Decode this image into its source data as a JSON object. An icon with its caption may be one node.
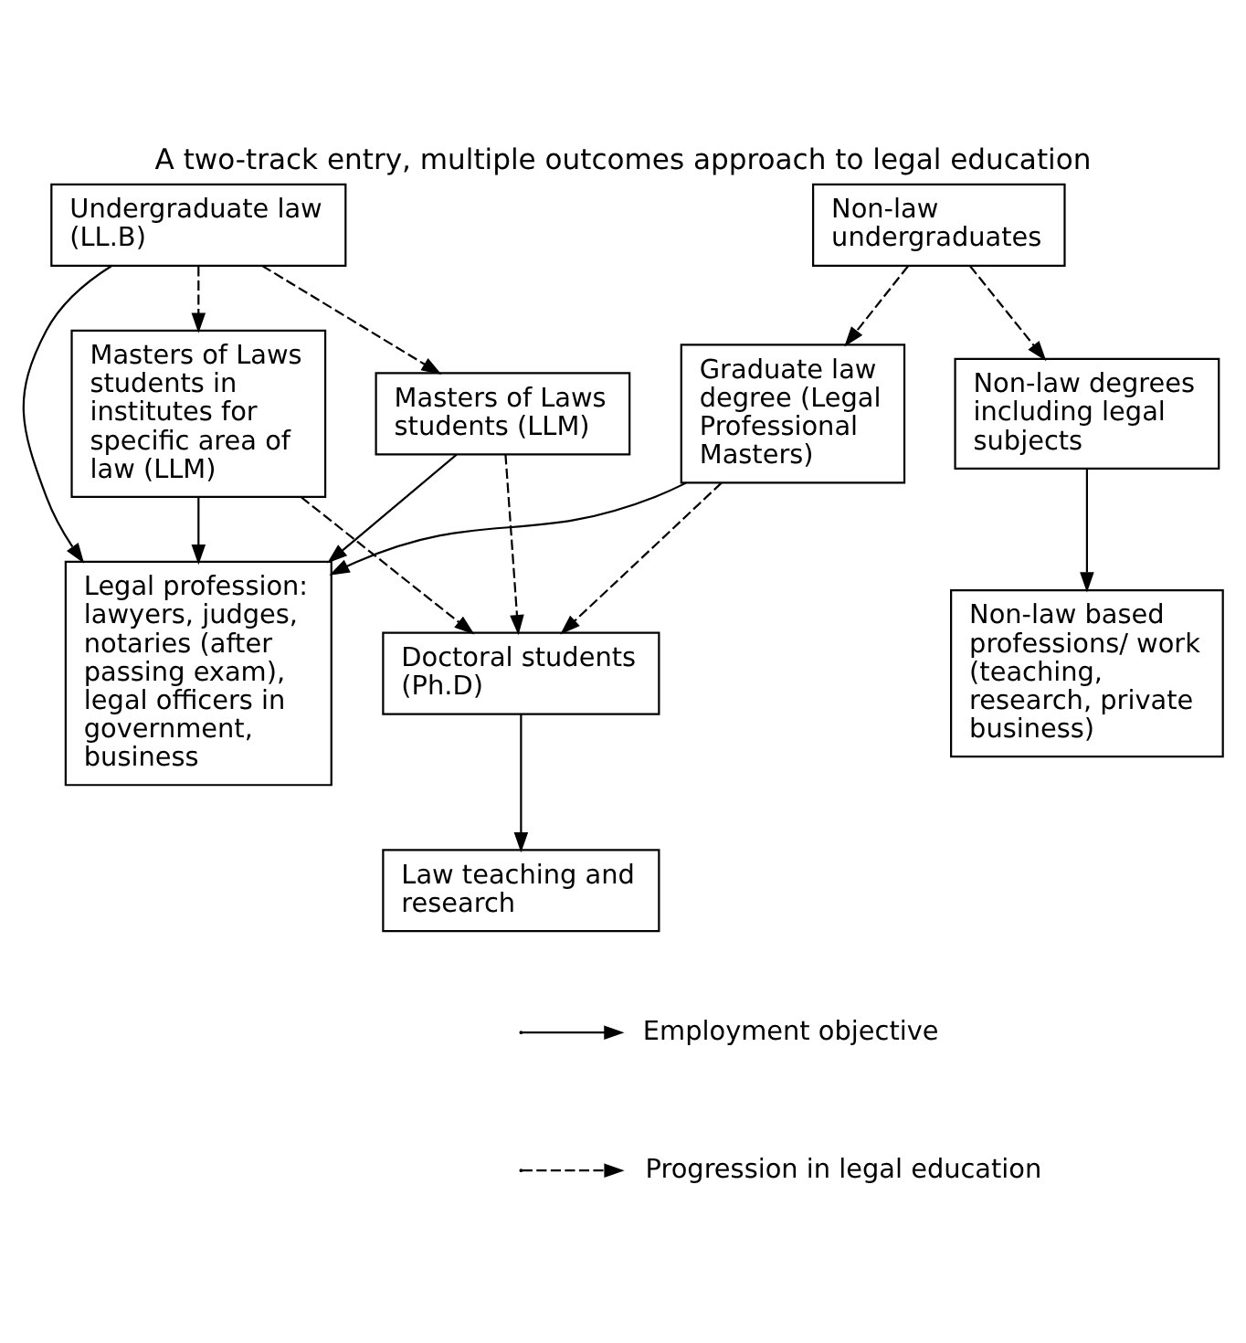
{
  "diagram": {
    "title": "A two-track entry, multiple outcomes approach to legal education",
    "nodes": [
      {
        "text": [
          "Undergraduate law (LL.B)"
        ]
      },
      {
        "text": [
          "Non-law undergraduates"
        ]
      },
      {
        "text": [
          "Masters of Laws students (LLM)"
        ]
      },
      {
        "text": [
          "Masters of Laws students in institutes for specific area of law (LLM)"
        ]
      },
      {
        "text": [
          "Graduate law degree (Legal Professional Masters)"
        ]
      },
      {
        "text": [
          "Non-law degrees including legal subjects"
        ]
      },
      {
        "text": [
          "Legal profession: lawyers, judges, notaries (after passing exam), legal officers in government, business"
        ]
      },
      {
        "text": [
          "Doctoral students (Ph.D)"
        ]
      },
      {
        "text": [
          "Non-law based professions/ work (teaching, research, private business)"
        ]
      },
      {
        "text": [
          "Law teaching and research"
        ]
      }
    ],
    "edges": [
      {
        "from": 0,
        "to": 2,
        "arrow": "to",
        "style": "dashed"
      },
      {
        "from": 0,
        "to": 3,
        "arrow": "to",
        "style": "dashed"
      },
      {
        "from": 1,
        "to": 4,
        "arrow": "to",
        "style": "dashed"
      },
      {
        "from": 1,
        "to": 5,
        "arrow": "to",
        "style": "dashed"
      },
      {
        "from": 0,
        "to": 6,
        "arrow": "to"
      },
      {
        "from": 2,
        "to": 6,
        "arrow": "to"
      },
      {
        "from": 3,
        "to": 6,
        "arrow": "to"
      },
      {
        "from": 4,
        "to": 6,
        "arrow": "to"
      },
      {
        "from": 2,
        "to": 7,
        "arrow": "to",
        "style": "dashed"
      },
      {
        "from": 3,
        "to": 7,
        "arrow": "to",
        "style": "dashed"
      },
      {
        "from": 4,
        "to": 7,
        "arrow": "to",
        "style": "dashed"
      },
      {
        "from": 5,
        "to": 8,
        "arrow": "to"
      },
      {
        "from": 7,
        "to": 9,
        "arrow": "to"
      }
    ],
    "legend": [
      {
        "text": "Employment objective"
      },
      {
        "text": "Progression in legal education"
      }
    ]
  }
}
